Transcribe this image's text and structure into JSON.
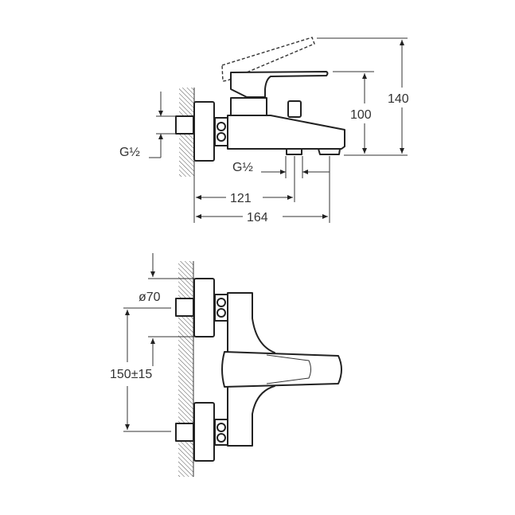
{
  "top_view": {
    "thread_left": "G½",
    "thread_bottom": "G½",
    "dim_121": "121",
    "dim_164": "164",
    "dim_100": "100",
    "dim_140": "140"
  },
  "front_view": {
    "dim_diameter": "ø70",
    "dim_center": "150±15"
  }
}
